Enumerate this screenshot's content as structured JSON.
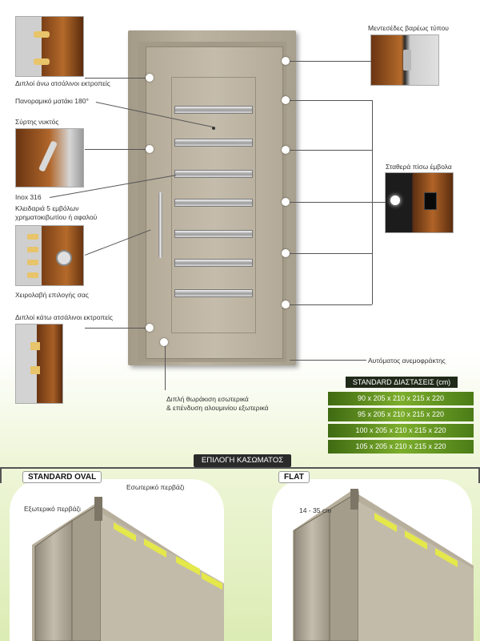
{
  "labels": {
    "top_double_bolts": "Διπλοί άνω ατσάλινοι εκτροπείς",
    "panoramic_peephole": "Πανοραμικό ματάκι 180°",
    "night_latch": "Σύρτης νυκτός",
    "inox": "Inox 316",
    "lock_line1": "Κλειδαριά 5 εμβόλων",
    "lock_line2": "χρηματοκιβωτίου ή αφαλού",
    "handle_choice": "Χειρολαβή επιλογής σας",
    "bottom_double_bolts": "Διπλοί κάτω ατσάλινοι εκτροπείς",
    "heavy_hinges": "Μεντεσέδες βαρέως τύπου",
    "fixed_rear_bolts": "Σταθερά πίσω έμβολα",
    "auto_draft_seal": "Αυτόματος ανεμοφράκτης",
    "armor_line1": "Διπλή θωράκιση εσωτερικά",
    "armor_line2": "& επένδυση αλουμινίου εξωτερικά"
  },
  "dimensions": {
    "header": "STANDARD ΔΙΑΣΤΑΣΕΙΣ (cm)",
    "rows": [
      "90 x 205 x 210 x 215 x 220",
      "95 x 205 x 210 x 215 x 220",
      "100 x 205 x 210 x 215 x 220",
      "105 x 205 x 210 x 215 x 220"
    ]
  },
  "casing": {
    "title": "ΕΠΙΛΟΓΗ ΚΑΣΩΜΑΤΟΣ",
    "standard_oval": "STANDARD OVAL",
    "flat": "FLAT",
    "inner_frame": "Εσωτερικό περβάζι",
    "outer_frame": "Εξωτερικό περβάζι",
    "flat_range": "14 - 35 cm"
  },
  "colors": {
    "door": "#bdb4a2",
    "accent_green": "#6a9c23",
    "insulation_yellow": "#e4e84a"
  }
}
